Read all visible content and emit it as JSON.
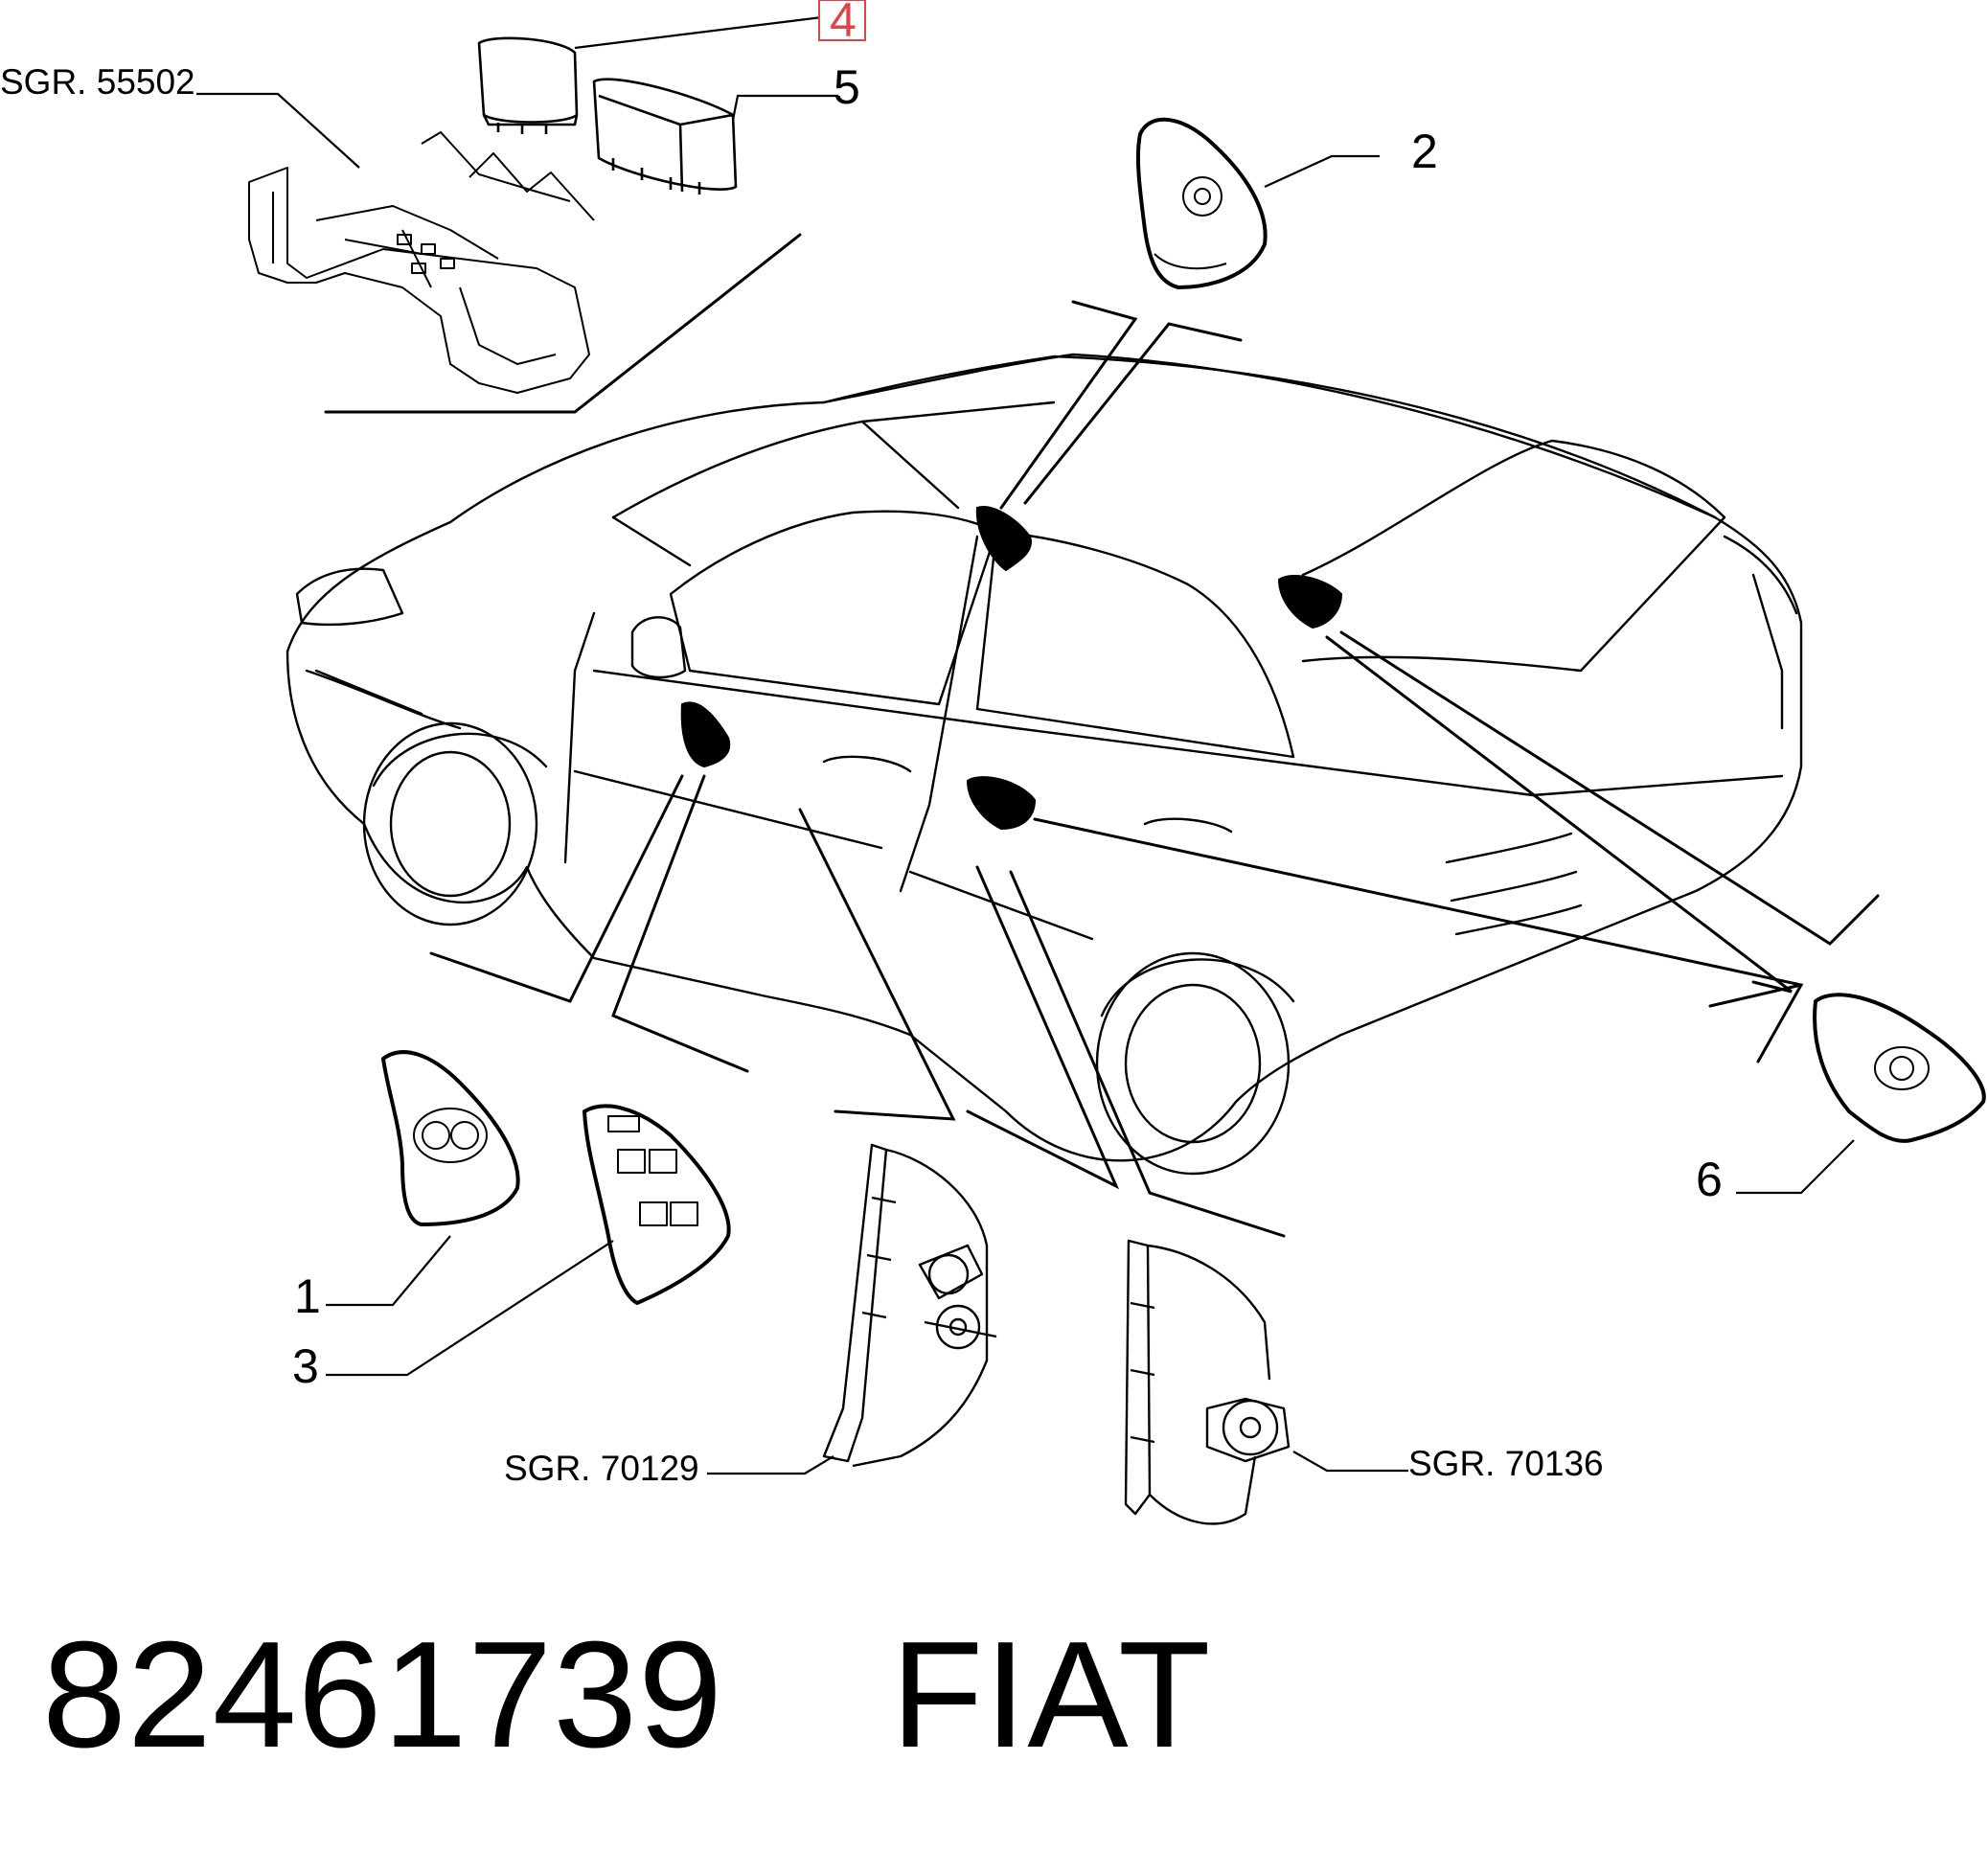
{
  "callouts": {
    "c1": "1",
    "c2": "2",
    "c3": "3",
    "c4": "4",
    "c5": "5",
    "c6": "6"
  },
  "references": {
    "top_left": "SGR. 55502",
    "regulator_front": "SGR. 70129",
    "regulator_rear": "SGR. 70136"
  },
  "footer": {
    "part_number": "82461739",
    "brand": "FIAT"
  },
  "highlight_color": "#e04444"
}
